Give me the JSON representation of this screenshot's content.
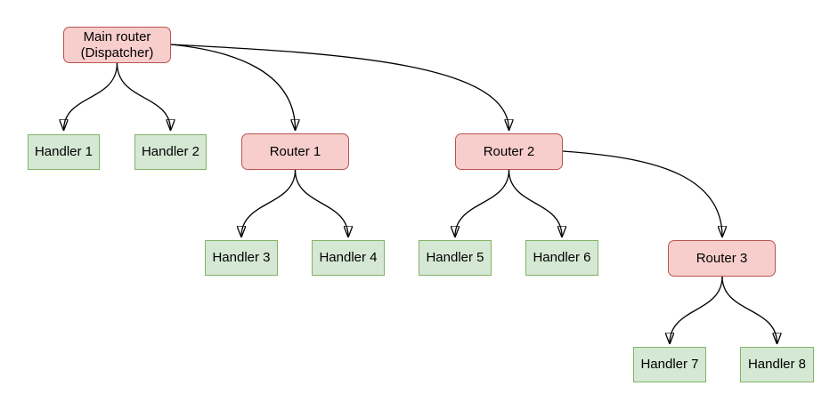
{
  "diagram": {
    "type": "tree",
    "nodes": [
      {
        "id": "main-router",
        "label": "Main router\n(Dispatcher)",
        "kind": "router"
      },
      {
        "id": "handler-1",
        "label": "Handler 1",
        "kind": "handler"
      },
      {
        "id": "handler-2",
        "label": "Handler 2",
        "kind": "handler"
      },
      {
        "id": "router-1",
        "label": "Router 1",
        "kind": "router"
      },
      {
        "id": "router-2",
        "label": "Router 2",
        "kind": "router"
      },
      {
        "id": "handler-3",
        "label": "Handler 3",
        "kind": "handler"
      },
      {
        "id": "handler-4",
        "label": "Handler 4",
        "kind": "handler"
      },
      {
        "id": "handler-5",
        "label": "Handler 5",
        "kind": "handler"
      },
      {
        "id": "handler-6",
        "label": "Handler 6",
        "kind": "handler"
      },
      {
        "id": "router-3",
        "label": "Router 3",
        "kind": "router"
      },
      {
        "id": "handler-7",
        "label": "Handler 7",
        "kind": "handler"
      },
      {
        "id": "handler-8",
        "label": "Handler 8",
        "kind": "handler"
      }
    ],
    "edges": [
      {
        "from": "main-router",
        "to": "handler-1"
      },
      {
        "from": "main-router",
        "to": "handler-2"
      },
      {
        "from": "main-router",
        "to": "router-1"
      },
      {
        "from": "main-router",
        "to": "router-2"
      },
      {
        "from": "router-1",
        "to": "handler-3"
      },
      {
        "from": "router-1",
        "to": "handler-4"
      },
      {
        "from": "router-2",
        "to": "handler-5"
      },
      {
        "from": "router-2",
        "to": "handler-6"
      },
      {
        "from": "router-2",
        "to": "router-3"
      },
      {
        "from": "router-3",
        "to": "handler-7"
      },
      {
        "from": "router-3",
        "to": "handler-8"
      }
    ],
    "colors": {
      "router_fill": "#f8cecc",
      "router_border": "#b85450",
      "handler_fill": "#d5e8d4",
      "handler_border": "#82b366",
      "edge": "#000000",
      "background": "#ffffff"
    }
  }
}
